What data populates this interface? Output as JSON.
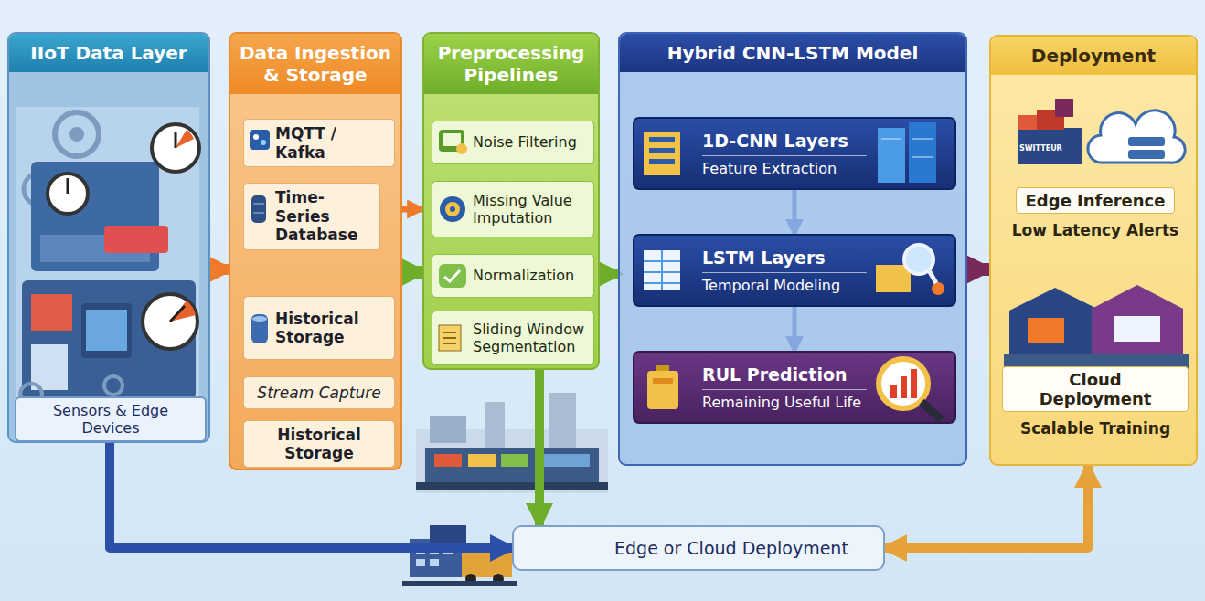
{
  "diagram": {
    "nodes": [
      {
        "text": [
          "IIoT Data Layer"
        ]
      },
      {
        "text": [
          "Sensors & Edge Devices"
        ],
        "in": 0
      },
      {
        "text": [
          "Data Ingestion & Storage"
        ]
      },
      {
        "text": [
          "MQTT / Kafka"
        ],
        "in": 2
      },
      {
        "text": [
          "Time-Series Database"
        ],
        "in": 2
      },
      {
        "text": [
          "Historical Storage"
        ],
        "in": 2
      },
      {
        "text": [
          "Stream Capture"
        ],
        "in": 2
      },
      {
        "text": [
          "Historical Storage"
        ],
        "in": 2
      },
      {
        "text": [
          "Preprocessing Pipelines"
        ]
      },
      {
        "text": [
          "Noise Filtering"
        ],
        "in": 8
      },
      {
        "text": [
          "Missing Value Imputation"
        ],
        "in": 8
      },
      {
        "text": [
          "Normalization"
        ],
        "in": 8
      },
      {
        "text": [
          "Sliding Window Segmentation"
        ],
        "in": 8
      },
      {
        "text": [
          "Hybrid CNN-LSTM Model"
        ]
      },
      {
        "text": [
          "1D-CNN Layers",
          "Feature Extraction"
        ],
        "in": 13
      },
      {
        "text": [
          "LSTM Layers",
          "Temporal Modeling"
        ],
        "in": 13
      },
      {
        "text": [
          "RUL Prediction",
          "Remaining Useful Life"
        ],
        "in": 13
      },
      {
        "text": [
          "Deployment"
        ]
      },
      {
        "text": [
          "Edge Inference",
          "Low Latency Alerts"
        ],
        "in": 17
      },
      {
        "text": [
          "Cloud Deployment",
          "Scalable Training"
        ],
        "in": 17
      },
      {
        "text": [
          "Edge or Cloud Deployment"
        ]
      }
    ],
    "edges": [
      {
        "from": 0,
        "to": 2,
        "arrow": "to"
      },
      {
        "from": 4,
        "to": 5,
        "arrow": "to"
      },
      {
        "from": 4,
        "to": 8,
        "arrow": "to"
      },
      {
        "from": 2,
        "to": 8,
        "arrow": "to"
      },
      {
        "from": 8,
        "to": 13,
        "arrow": "to"
      },
      {
        "from": 14,
        "to": 15,
        "arrow": "to"
      },
      {
        "from": 15,
        "to": 16,
        "arrow": "to"
      },
      {
        "from": 13,
        "to": 17,
        "arrow": "to"
      },
      {
        "from": 0,
        "to": 20,
        "arrow": "to"
      },
      {
        "from": 8,
        "to": 20,
        "arrow": "to"
      },
      {
        "from": 20,
        "to": 17,
        "arrow": "both"
      }
    ],
    "labels": [
      "SWITTEUR"
    ]
  }
}
